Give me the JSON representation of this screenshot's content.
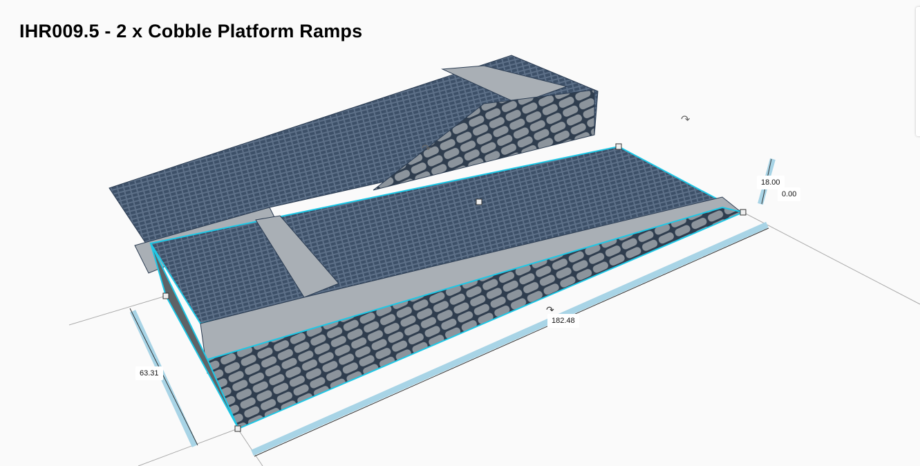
{
  "title": "IHR009.5 - 2 x Cobble Platform Ramps",
  "dimensions": {
    "width": "63.31",
    "length": "182.48",
    "height": "18.00",
    "elevation": "0.00"
  },
  "colors": {
    "background": "#fafafa",
    "model_fill": "#a9afb5",
    "model_dark": "#3f5470",
    "selection": "#1ec8e6",
    "dimension_band": "#a8d4e6"
  }
}
